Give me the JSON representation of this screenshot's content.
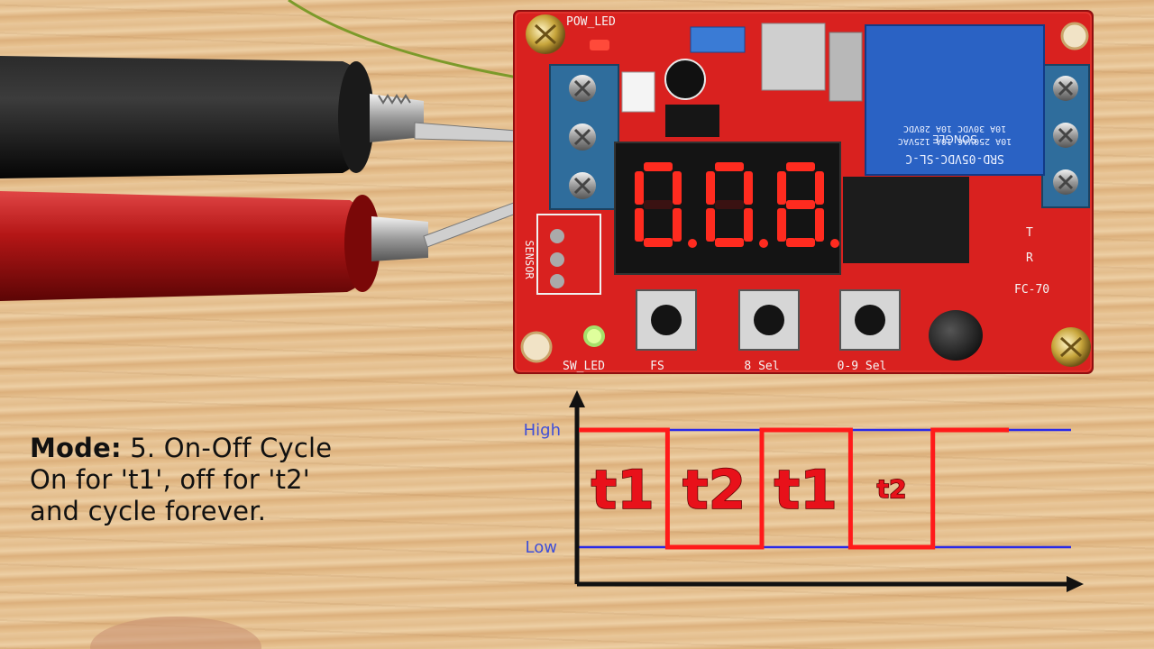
{
  "pcb": {
    "led_top": "POW_LED",
    "led_bottom": "SW_LED",
    "sensor": "SENSOR",
    "model": "FC-70",
    "relay_line1": "SRD-05VDC-SL-C",
    "relay_line2": "10A 250VAC 10A 125VAC",
    "relay_line3": "10A 30VDC 10A 28VDC",
    "relay_brand": "SONGLE",
    "pin_t": "T",
    "pin_r": "R",
    "display": "008",
    "buttons": [
      {
        "label": "FS"
      },
      {
        "label": "8 Sel"
      },
      {
        "label": "0-9 Sel"
      }
    ]
  },
  "caption": {
    "mode_key": "Mode:",
    "mode_val": " 5. On-Off Cycle",
    "line2": "On for 't1', off for 't2'",
    "line3": "and cycle forever."
  },
  "colors": {
    "signal": "#ff1a1a",
    "level_line": "#2a2ae8",
    "axis": "#111111",
    "segment_on": "#ff2b1f",
    "pcb": "#d9211f"
  },
  "chart_data": {
    "type": "line",
    "title": "",
    "xlabel": "",
    "ylabel": "",
    "y_levels": [
      "Low",
      "High"
    ],
    "series": [
      {
        "values": [
          {
            "x": 0.0,
            "y": 1
          },
          {
            "x": 0.97,
            "y": 1
          },
          {
            "x": 0.97,
            "y": 0
          },
          {
            "x": 2.0,
            "y": 0
          },
          {
            "x": 2.0,
            "y": 1
          },
          {
            "x": 2.97,
            "y": 1
          },
          {
            "x": 2.97,
            "y": 0
          },
          {
            "x": 3.87,
            "y": 0
          },
          {
            "x": 3.87,
            "y": 1
          },
          {
            "x": 4.7,
            "y": 1
          }
        ]
      }
    ],
    "annotations": [
      {
        "text": "t1",
        "x": 0.48,
        "y": 0.5,
        "size": "large"
      },
      {
        "text": "t2",
        "x": 1.48,
        "y": 0.5,
        "size": "large"
      },
      {
        "text": "t1",
        "x": 2.48,
        "y": 0.5,
        "size": "large"
      },
      {
        "text": "t2",
        "x": 3.42,
        "y": 0.5,
        "size": "small"
      }
    ],
    "xlim": [
      0,
      5.4
    ],
    "ylim": [
      -0.5,
      1.35
    ]
  }
}
